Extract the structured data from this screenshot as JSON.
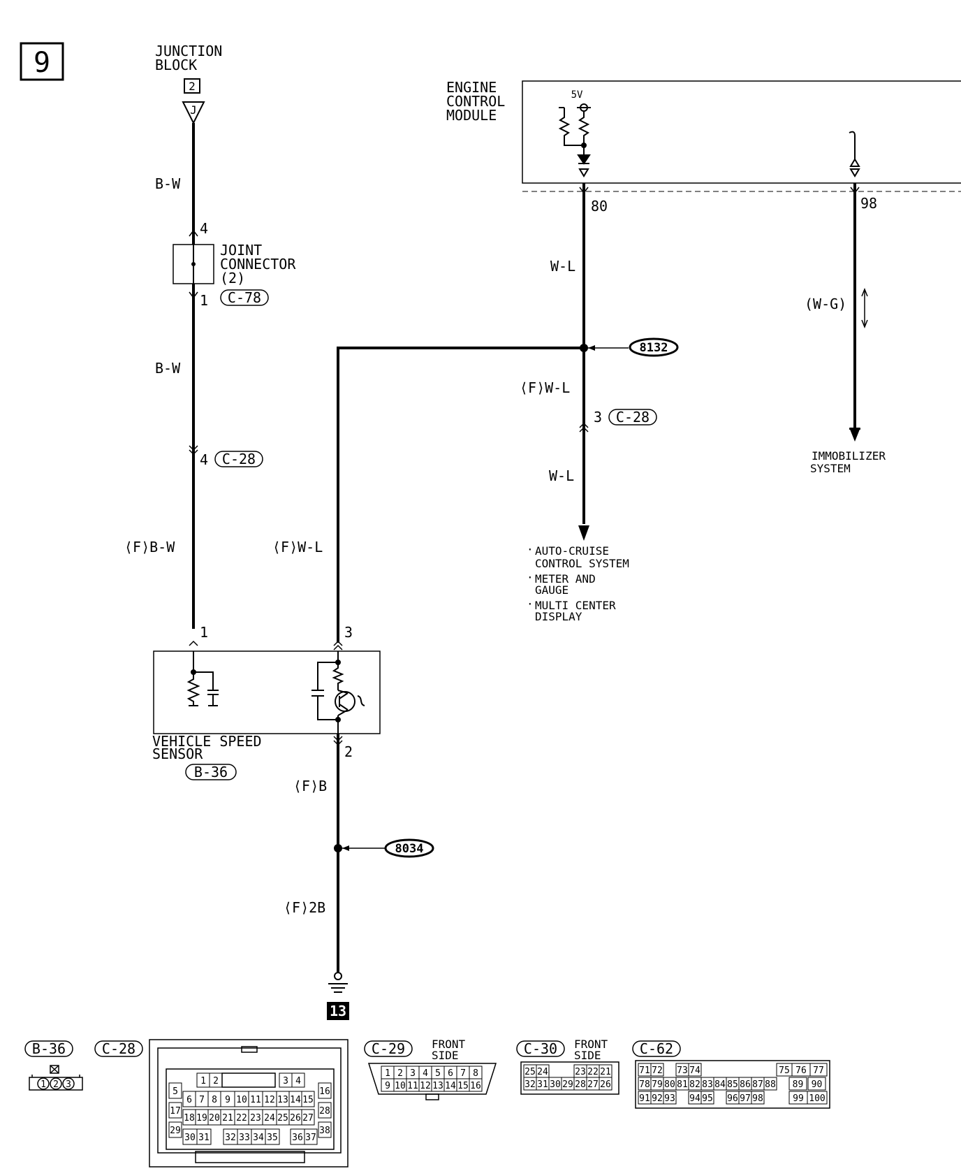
{
  "page": {
    "number": "9"
  },
  "junction_block": {
    "title_1": "JUNCTION",
    "title_2": "BLOCK",
    "num": "2",
    "terminal": "J"
  },
  "joint_connector": {
    "line_1": "JOINT",
    "line_2": "CONNECTOR",
    "line_3": "(2)",
    "pin_top": "4",
    "pin_bottom": "1",
    "conn": "C-78"
  },
  "left_wire": {
    "w1": "B-W",
    "w2": "B-W",
    "w3": "⟨F⟩B-W",
    "c28_pin": "4",
    "c28": "C-28",
    "vss_pin": "1"
  },
  "middle_wire": {
    "w1": "⟨F⟩W-L",
    "vss_pin_3": "3",
    "vss_pin_2": "2",
    "w2": "⟨F⟩B",
    "w3": "⟨F⟩2B"
  },
  "vss": {
    "line_1": "VEHICLE SPEED",
    "line_2": "SENSOR",
    "conn": "B-36"
  },
  "splices": {
    "s1": "8132",
    "s2": "8034"
  },
  "ground": {
    "num": "13"
  },
  "ecm": {
    "line_1": "ENGINE",
    "line_2": "CONTROL",
    "line_3": "MODULE",
    "voltage": "5V",
    "pin_80": "80",
    "pin_98": "98"
  },
  "right_wire": {
    "w1": "W-L",
    "w2": "⟨F⟩W-L",
    "c28_pin": "3",
    "c28": "C-28",
    "w3": "W-L"
  },
  "dest_list": [
    "AUTO-CRUISE",
    "CONTROL SYSTEM",
    "METER AND",
    "GAUGE",
    "MULTI CENTER",
    "DISPLAY"
  ],
  "immobilizer": {
    "wire": "(W-G)",
    "line_1": "IMMOBILIZER",
    "line_2": "SYSTEM"
  },
  "connectors": {
    "b36": {
      "label": "B-36",
      "pins": [
        "1",
        "2",
        "3"
      ]
    },
    "c28": {
      "label": "C-28",
      "pins": [
        "1",
        "2",
        "3",
        "4",
        "5",
        "6",
        "7",
        "8",
        "9",
        "10",
        "11",
        "12",
        "13",
        "14",
        "15",
        "16",
        "17",
        "18",
        "19",
        "20",
        "21",
        "22",
        "23",
        "24",
        "25",
        "26",
        "27",
        "28",
        "29",
        "30",
        "31",
        "32",
        "33",
        "34",
        "35",
        "36",
        "37",
        "38"
      ]
    },
    "c29": {
      "label": "C-29",
      "side_1": "FRONT",
      "side_2": "SIDE",
      "row1": [
        "1",
        "2",
        "3",
        "4",
        "5",
        "6",
        "7",
        "8"
      ],
      "row2": [
        "9",
        "10",
        "11",
        "12",
        "13",
        "14",
        "15",
        "16"
      ]
    },
    "c30": {
      "label": "C-30",
      "side_1": "FRONT",
      "side_2": "SIDE",
      "row1": [
        "25",
        "24",
        "23",
        "22",
        "21"
      ],
      "row2": [
        "32",
        "31",
        "30",
        "29",
        "28",
        "27",
        "26"
      ]
    },
    "c62": {
      "label": "C-62",
      "row1": [
        "71",
        "72",
        "73",
        "74",
        "75",
        "76",
        "77"
      ],
      "row2": [
        "78",
        "79",
        "80",
        "81",
        "82",
        "83",
        "84",
        "85",
        "86",
        "87",
        "88",
        "89",
        "90"
      ],
      "row3": [
        "91",
        "92",
        "93",
        "94",
        "95",
        "96",
        "97",
        "98",
        "99",
        "100"
      ]
    }
  }
}
